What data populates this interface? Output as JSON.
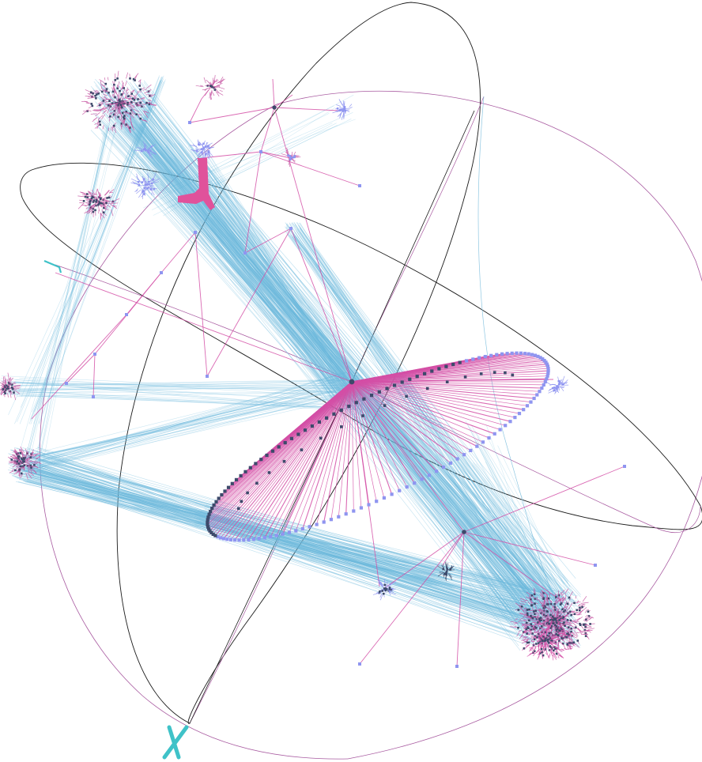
{
  "diagram": {
    "kind": "3d-hyperbolic-graph-visualization",
    "colors": {
      "background": "#ffffff",
      "cross_edge": "#6bb8dc",
      "tree_edge": "#d44fa6",
      "sphere_wire": "#1b1b1b",
      "sphere_wire_alt": "#9a4f9a",
      "node_dark": "#3d4a6b",
      "node_light": "#8f95f0",
      "accent_teal": "#3fc2c8",
      "accent_pink": "#e0529b"
    },
    "clusters": [
      {
        "id": "top-left-cluster",
        "color": "#c85aa4"
      },
      {
        "id": "upper-left-cluster",
        "color": "#c85aa4"
      },
      {
        "id": "left-edge-cluster-a",
        "color": "#c85aa4"
      },
      {
        "id": "left-edge-cluster-b",
        "color": "#c85aa4"
      },
      {
        "id": "bottom-right-cluster",
        "color": "#c85aa4"
      },
      {
        "id": "right-blue-cluster",
        "color": "#8f95f0"
      }
    ],
    "hubs": [
      {
        "id": "central-hub",
        "role": "root"
      },
      {
        "id": "upper-hub",
        "role": "branch"
      },
      {
        "id": "lower-right-hub",
        "role": "branch"
      }
    ]
  }
}
